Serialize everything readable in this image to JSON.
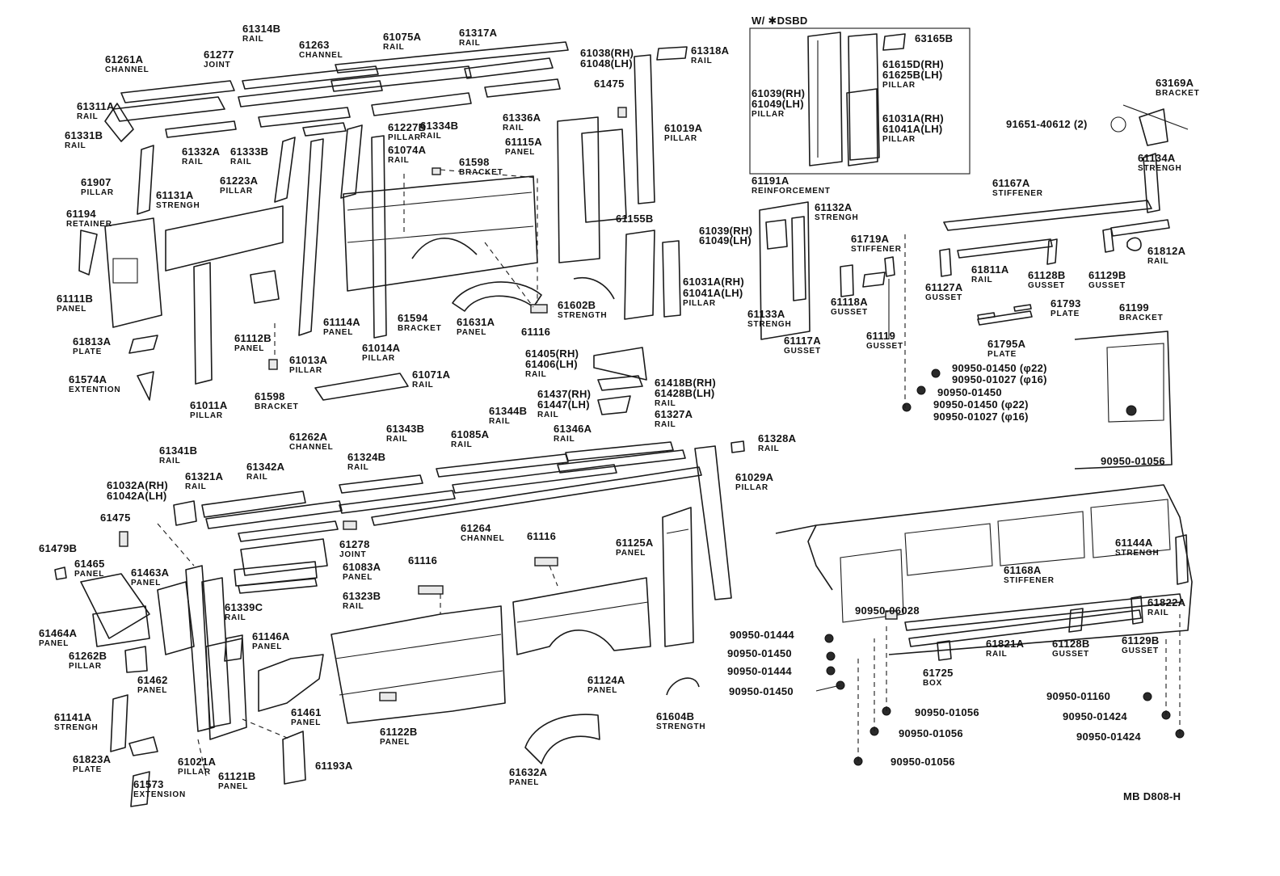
{
  "diagram": {
    "code": "MB D808-H",
    "inset_title": "W/ ✱DSBD",
    "callouts": [
      {
        "id": "c1",
        "pn": "61261A",
        "name": "CHANNEL"
      },
      {
        "id": "c2",
        "pn": "61277",
        "name": "JOINT"
      },
      {
        "id": "c3",
        "pn": "61314B",
        "name": "RAIL"
      },
      {
        "id": "c4",
        "pn": "61263",
        "name": "CHANNEL"
      },
      {
        "id": "c5",
        "pn": "61075A",
        "name": "RAIL"
      },
      {
        "id": "c6",
        "pn": "61317A",
        "name": "RAIL"
      },
      {
        "id": "c7",
        "pn": "61038(RH)"
      },
      {
        "id": "c8",
        "pn": "61048(LH)"
      },
      {
        "id": "c9",
        "pn": "61318A",
        "name": "RAIL"
      },
      {
        "id": "c10",
        "pn": "61311A",
        "name": "RAIL"
      },
      {
        "id": "c11",
        "pn": "61331B",
        "name": "RAIL"
      },
      {
        "id": "c12",
        "pn": "61332A",
        "name": "RAIL"
      },
      {
        "id": "c13",
        "pn": "61333B",
        "name": "RAIL"
      },
      {
        "id": "c14",
        "pn": "61227B",
        "name": "PILLAR"
      },
      {
        "id": "c15",
        "pn": "61334B",
        "name": "RAIL"
      },
      {
        "id": "c16",
        "pn": "61336A",
        "name": "RAIL"
      },
      {
        "id": "c17",
        "pn": "61475"
      },
      {
        "id": "c18",
        "pn": "61019A",
        "name": "PILLAR"
      },
      {
        "id": "c19",
        "pn": "61074A",
        "name": "RAIL"
      },
      {
        "id": "c20",
        "pn": "61115A",
        "name": "PANEL"
      },
      {
        "id": "c21",
        "pn": "61907",
        "name": "PILLAR"
      },
      {
        "id": "c22",
        "pn": "61223A",
        "name": "PILLAR"
      },
      {
        "id": "c23",
        "pn": "61598",
        "name": "BRACKET"
      },
      {
        "id": "c24",
        "pn": "61131A",
        "name": "STRENGH"
      },
      {
        "id": "c25",
        "pn": "61194",
        "name": "RETAINER"
      },
      {
        "id": "c26",
        "pn": "61155B"
      },
      {
        "id": "c27",
        "pn": "61039(RH)"
      },
      {
        "id": "c28",
        "pn": "61049(LH)"
      },
      {
        "id": "c29",
        "pn": "61111B",
        "name": "PANEL"
      },
      {
        "id": "c30",
        "pn": "61031A(RH)"
      },
      {
        "id": "c31",
        "pn": "61041A(LH)",
        "name": "PILLAR"
      },
      {
        "id": "c32",
        "pn": "61114A",
        "name": "PANEL"
      },
      {
        "id": "c33",
        "pn": "61594",
        "name": "BRACKET"
      },
      {
        "id": "c34",
        "pn": "61631A",
        "name": "PANEL"
      },
      {
        "id": "c35",
        "pn": "61602B",
        "name": "STRENGTH"
      },
      {
        "id": "c36",
        "pn": "61112B",
        "name": "PANEL"
      },
      {
        "id": "c37",
        "pn": "61014A",
        "name": "PILLAR"
      },
      {
        "id": "c38",
        "pn": "61116"
      },
      {
        "id": "c39",
        "pn": "61813A",
        "name": "PLATE"
      },
      {
        "id": "c40",
        "pn": "61013A",
        "name": "PILLAR"
      },
      {
        "id": "c41",
        "pn": "61405(RH)"
      },
      {
        "id": "c42",
        "pn": "61406(LH)",
        "name": "RAIL"
      },
      {
        "id": "c43",
        "pn": "61574A",
        "name": "EXTENTION"
      },
      {
        "id": "c44",
        "pn": "61071A",
        "name": "RAIL"
      },
      {
        "id": "c45",
        "pn": "61418B(RH)"
      },
      {
        "id": "c46",
        "pn": "61428B(LH)",
        "name": "RAIL"
      },
      {
        "id": "c47",
        "pn": "61437(RH)"
      },
      {
        "id": "c48",
        "pn": "61447(LH)",
        "name": "RAIL"
      },
      {
        "id": "c49",
        "pn": "61011A",
        "name": "PILLAR"
      },
      {
        "id": "c50",
        "pn": "61598",
        "name": "BRACKET"
      },
      {
        "id": "c51",
        "pn": "61039(RH)"
      },
      {
        "id": "c52",
        "pn": "61049(LH)",
        "name": "PILLAR"
      },
      {
        "id": "c53",
        "pn": "63165B"
      },
      {
        "id": "c54",
        "pn": "61615D(RH)"
      },
      {
        "id": "c55",
        "pn": "61625B(LH)",
        "name": "PILLAR"
      },
      {
        "id": "c56",
        "pn": "61031A(RH)"
      },
      {
        "id": "c57",
        "pn": "61041A(LH)",
        "name": "PILLAR"
      },
      {
        "id": "c58",
        "pn": "63169A",
        "name": "BRACKET"
      },
      {
        "id": "c59",
        "pn": "91651-40612 (2)"
      },
      {
        "id": "c60",
        "pn": "61134A",
        "name": "STRENGH"
      },
      {
        "id": "c61",
        "pn": "61191A",
        "name": "REINFORCEMENT"
      },
      {
        "id": "c62",
        "pn": "61167A",
        "name": "STIFFENER"
      },
      {
        "id": "c63",
        "pn": "61132A",
        "name": "STRENGH"
      },
      {
        "id": "c64",
        "pn": "61719A",
        "name": "STIFFENER"
      },
      {
        "id": "c65",
        "pn": "61812A",
        "name": "RAIL"
      },
      {
        "id": "c66",
        "pn": "61811A",
        "name": "RAIL"
      },
      {
        "id": "c67",
        "pn": "61128B",
        "name": "GUSSET"
      },
      {
        "id": "c68",
        "pn": "61129B",
        "name": "GUSSET"
      },
      {
        "id": "c69",
        "pn": "61127A",
        "name": "GUSSET"
      },
      {
        "id": "c70",
        "pn": "61793",
        "name": "PLATE"
      },
      {
        "id": "c71",
        "pn": "61199",
        "name": "BRACKET"
      },
      {
        "id": "c72",
        "pn": "61118A",
        "name": "GUSSET"
      },
      {
        "id": "c73",
        "pn": "61133A",
        "name": "STRENGH"
      },
      {
        "id": "c74",
        "pn": "61119",
        "name": "GUSSET"
      },
      {
        "id": "c75",
        "pn": "61117A",
        "name": "GUSSET"
      },
      {
        "id": "c76",
        "pn": "61795A",
        "name": "PLATE"
      },
      {
        "id": "c77",
        "pn": "90950-01450 (φ22)"
      },
      {
        "id": "c78",
        "pn": "90950-01027 (φ16)"
      },
      {
        "id": "c79",
        "pn": "90950-01450"
      },
      {
        "id": "c80",
        "pn": "90950-01450 (φ22)"
      },
      {
        "id": "c81",
        "pn": "90950-01027 (φ16)"
      },
      {
        "id": "c82",
        "pn": "61344B",
        "name": "RAIL"
      },
      {
        "id": "c83",
        "pn": "61327A",
        "name": "RAIL"
      },
      {
        "id": "c84",
        "pn": "61262A",
        "name": "CHANNEL"
      },
      {
        "id": "c85",
        "pn": "61343B",
        "name": "RAIL"
      },
      {
        "id": "c86",
        "pn": "61085A",
        "name": "RAIL"
      },
      {
        "id": "c87",
        "pn": "61346A",
        "name": "RAIL"
      },
      {
        "id": "c88",
        "pn": "61328A",
        "name": "RAIL"
      },
      {
        "id": "c89",
        "pn": "61341B",
        "name": "RAIL"
      },
      {
        "id": "c90",
        "pn": "61342A",
        "name": "RAIL"
      },
      {
        "id": "c91",
        "pn": "61324B",
        "name": "RAIL"
      },
      {
        "id": "c92",
        "pn": "61321A",
        "name": "RAIL"
      },
      {
        "id": "c93",
        "pn": "61029A",
        "name": "PILLAR"
      },
      {
        "id": "c94",
        "pn": "90950-01056"
      },
      {
        "id": "c95",
        "pn": "61032A(RH)"
      },
      {
        "id": "c96",
        "pn": "61042A(LH)"
      },
      {
        "id": "c97",
        "pn": "61475"
      },
      {
        "id": "c98",
        "pn": "61264",
        "name": "CHANNEL"
      },
      {
        "id": "c99",
        "pn": "61278",
        "name": "JOINT"
      },
      {
        "id": "c100",
        "pn": "61116"
      },
      {
        "id": "c101",
        "pn": "61125A",
        "name": "PANEL"
      },
      {
        "id": "c102",
        "pn": "61144A",
        "name": "STRENGH"
      },
      {
        "id": "c103",
        "pn": "61479B"
      },
      {
        "id": "c104",
        "pn": "61465",
        "name": "PANEL"
      },
      {
        "id": "c105",
        "pn": "61463A",
        "name": "PANEL"
      },
      {
        "id": "c106",
        "pn": "61083A",
        "name": "PANEL"
      },
      {
        "id": "c107",
        "pn": "61116"
      },
      {
        "id": "c108",
        "pn": "61168A",
        "name": "STIFFENER"
      },
      {
        "id": "c109",
        "pn": "90950-06028"
      },
      {
        "id": "c110",
        "pn": "61323B",
        "name": "RAIL"
      },
      {
        "id": "c111",
        "pn": "61339C",
        "name": "RAIL"
      },
      {
        "id": "c112",
        "pn": "61822A",
        "name": "RAIL"
      },
      {
        "id": "c113",
        "pn": "90950-01444"
      },
      {
        "id": "c114",
        "pn": "61464A",
        "name": "PANEL"
      },
      {
        "id": "c115",
        "pn": "61146A",
        "name": "PANEL"
      },
      {
        "id": "c116",
        "pn": "90950-01450"
      },
      {
        "id": "c117",
        "pn": "61821A",
        "name": "RAIL"
      },
      {
        "id": "c118",
        "pn": "61128B",
        "name": "GUSSET"
      },
      {
        "id": "c119",
        "pn": "61129B",
        "name": "GUSSET"
      },
      {
        "id": "c120",
        "pn": "61262B",
        "name": "PILLAR"
      },
      {
        "id": "c121",
        "pn": "90950-01444"
      },
      {
        "id": "c122",
        "pn": "61725",
        "name": "BOX"
      },
      {
        "id": "c123",
        "pn": "61462",
        "name": "PANEL"
      },
      {
        "id": "c124",
        "pn": "61124A",
        "name": "PANEL"
      },
      {
        "id": "c125",
        "pn": "90950-01450"
      },
      {
        "id": "c126",
        "pn": "61461",
        "name": "PANEL"
      },
      {
        "id": "c127",
        "pn": "90950-01160"
      },
      {
        "id": "c128",
        "pn": "61141A",
        "name": "STRENGH"
      },
      {
        "id": "c129",
        "pn": "61604B",
        "name": "STRENGTH"
      },
      {
        "id": "c130",
        "pn": "90950-01056"
      },
      {
        "id": "c131",
        "pn": "90950-01424"
      },
      {
        "id": "c132",
        "pn": "61122B",
        "name": "PANEL"
      },
      {
        "id": "c133",
        "pn": "90950-01056"
      },
      {
        "id": "c134",
        "pn": "90950-01424"
      },
      {
        "id": "c135",
        "pn": "61823A",
        "name": "PLATE"
      },
      {
        "id": "c136",
        "pn": "61021A",
        "name": "PILLAR"
      },
      {
        "id": "c137",
        "pn": "61193A"
      },
      {
        "id": "c138",
        "pn": "90950-01056"
      },
      {
        "id": "c139",
        "pn": "61121B",
        "name": "PANEL"
      },
      {
        "id": "c140",
        "pn": "61632A",
        "name": "PANEL"
      },
      {
        "id": "c141",
        "pn": "61573",
        "name": "EXTENSION"
      }
    ]
  }
}
